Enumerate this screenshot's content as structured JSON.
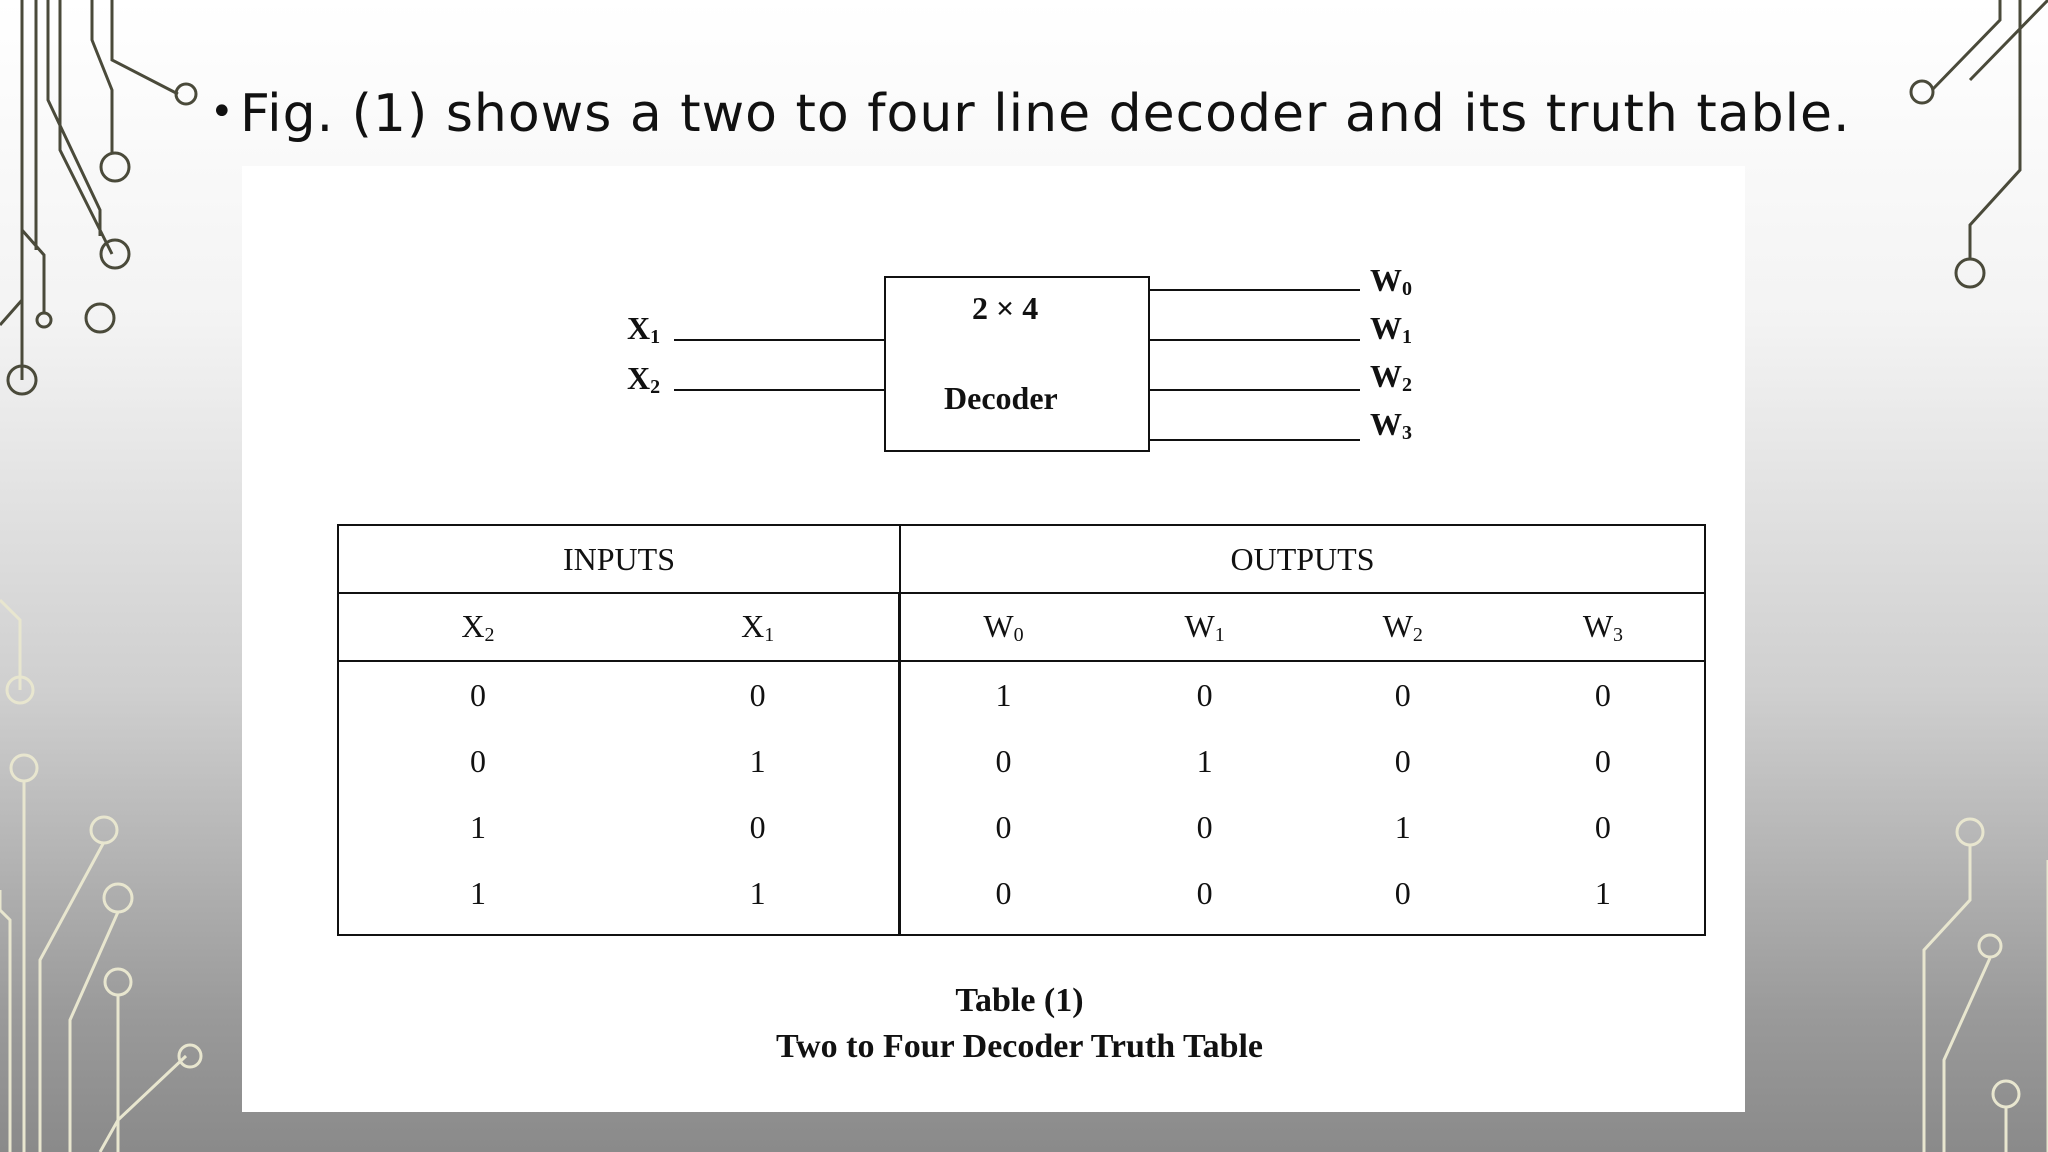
{
  "slide": {
    "bullet_text": "Fig. (1) shows a two to four line decoder and its truth table."
  },
  "decoder": {
    "size_label": "2 × 4",
    "name": "Decoder",
    "inputs": [
      {
        "base": "X",
        "sub": "1"
      },
      {
        "base": "X",
        "sub": "2"
      }
    ],
    "outputs": [
      {
        "base": "W",
        "sub": "0"
      },
      {
        "base": "W",
        "sub": "1"
      },
      {
        "base": "W",
        "sub": "2"
      },
      {
        "base": "W",
        "sub": "3"
      }
    ]
  },
  "table": {
    "group_inputs": "INPUTS",
    "group_outputs": "OUTPUTS",
    "columns": [
      {
        "base": "X",
        "sub": "2"
      },
      {
        "base": "X",
        "sub": "1"
      },
      {
        "base": "W",
        "sub": "0"
      },
      {
        "base": "W",
        "sub": "1"
      },
      {
        "base": "W",
        "sub": "2"
      },
      {
        "base": "W",
        "sub": "3"
      }
    ],
    "rows": [
      [
        "0",
        "0",
        "1",
        "0",
        "0",
        "0"
      ],
      [
        "0",
        "1",
        "0",
        "1",
        "0",
        "0"
      ],
      [
        "1",
        "0",
        "0",
        "0",
        "1",
        "0"
      ],
      [
        "1",
        "1",
        "0",
        "0",
        "0",
        "1"
      ]
    ]
  },
  "caption": {
    "line1": "Table (1)",
    "line2": "Two to Four Decoder Truth Table"
  },
  "colors": {
    "circuit_dark": "#4a4a3a",
    "circuit_light": "#e8e6cf"
  }
}
